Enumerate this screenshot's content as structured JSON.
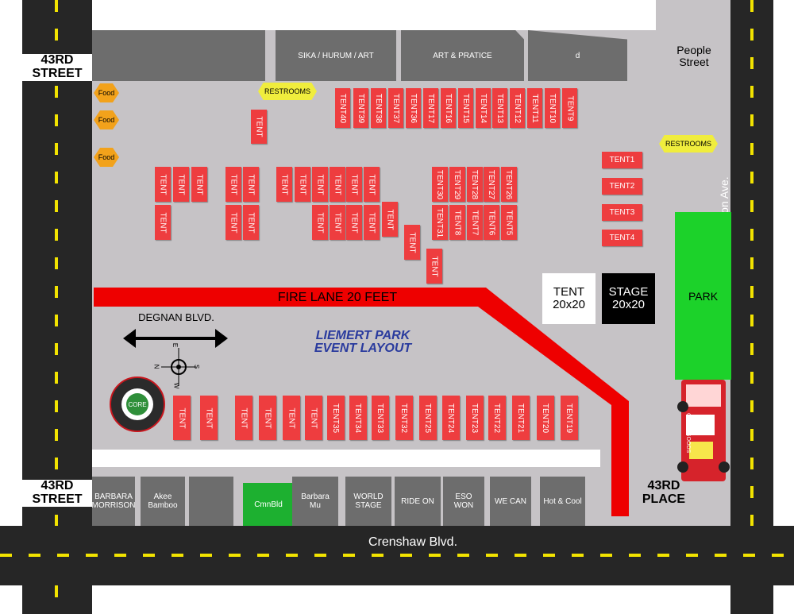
{
  "streets": {
    "west_top": "43RD\nSTREET",
    "west_bottom": "43RD\nSTREET",
    "people": "People\nStreet",
    "vernon": "Vernon Ave.",
    "crenshaw": "Crenshaw Blvd.",
    "place": "43RD\nPLACE",
    "degnan": "DEGNAN BLVD."
  },
  "buildings_top": [
    "SIKA / HURUM / ART",
    "ART & PRATICE",
    "d"
  ],
  "food": [
    "Food",
    "Food",
    "Food"
  ],
  "restrooms": [
    "RESTROOMS",
    "RESTROOMS"
  ],
  "tents_top_row": [
    "TENT40",
    "TENT39",
    "TENT38",
    "TENT37",
    "TENT36",
    "TENT17",
    "TENT16",
    "TENT15",
    "TENT14",
    "TENT13",
    "TENT12",
    "TENT11",
    "TENT10",
    "TENT9"
  ],
  "tents_right": [
    "TENT1",
    "TENT2",
    "TENT3",
    "TENT4"
  ],
  "tents_bottom_row": [
    "TENT",
    "TENT",
    "TENT",
    "TENT",
    "TENT",
    "TENT",
    "TENT35",
    "TENT34",
    "TENT33",
    "TENT32",
    "TENT25",
    "TENT24",
    "TENT23",
    "TENT22",
    "TENT21",
    "TENT20",
    "TENT19"
  ],
  "tent_generic": "TENT",
  "tents_numbered_mid": [
    "TENT30",
    "TENT29",
    "TENT28",
    "TENT27",
    "TENT26",
    "TENT31",
    "TENT8",
    "TENT7",
    "TENT6",
    "TENT5"
  ],
  "big_tent": "TENT\n20x20",
  "stage": "STAGE\n20x20",
  "park": "PARK",
  "fire_lane": "FIRE LANE 20 FEET",
  "event_title": [
    "LIEMERT PARK",
    "EVENT LAYOUT"
  ],
  "compass": {
    "n": "N",
    "s": "S",
    "e": "E",
    "w": "W"
  },
  "core_logo": "CORE",
  "truck_text": "ODD & GOODS",
  "shops_bottom": [
    "BARBARA\nMORRISON",
    "Akee\nBamboo",
    "",
    "CmnBld",
    "Barbara\nMu",
    "WORLD\nSTAGE",
    "RIDE ON",
    "ESO\nWON",
    "WE CAN",
    "Hot & Cool"
  ],
  "colors": {
    "road": "#262626",
    "lot": "#c6c3c6",
    "building": "#6d6d6d",
    "tent": "#ee3d3f",
    "fire_lane": "#ee0000",
    "park": "#1cd22a",
    "stage": "#000000",
    "road_stripe": "#f2e300",
    "title": "#2a3b9e"
  }
}
